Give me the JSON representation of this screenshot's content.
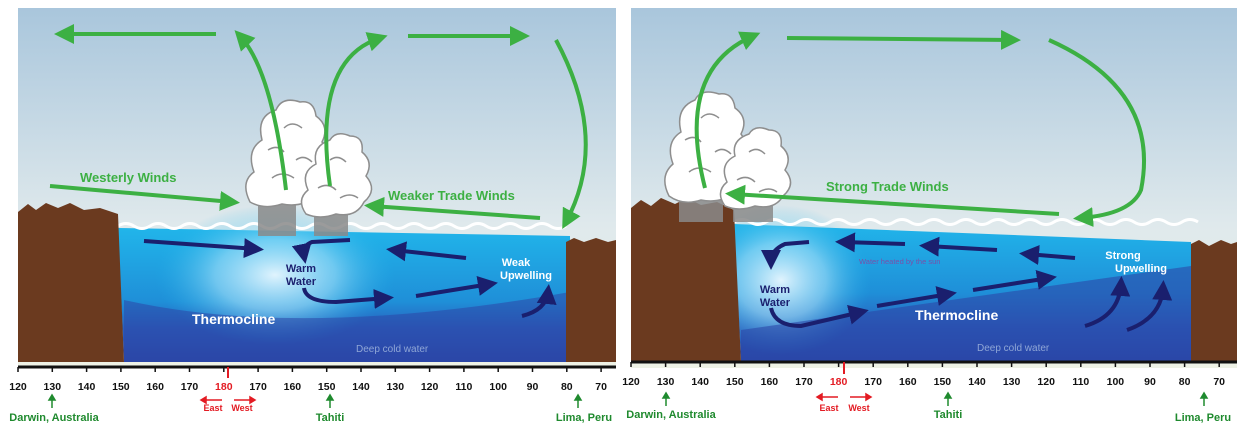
{
  "left_panel": {
    "labels": {
      "westerly": "Westerly Winds",
      "weaker_trade": "Weaker Trade Winds",
      "warm_water_1": "Warm",
      "warm_water_2": "Water",
      "weak_upwelling_1": "Weak",
      "weak_upwelling_2": "Upwelling",
      "thermocline": "Thermocline",
      "deep_cold": "Deep cold water"
    },
    "axis": {
      "ticks": [
        "120",
        "130",
        "140",
        "150",
        "160",
        "170",
        "180",
        "170",
        "160",
        "150",
        "140",
        "130",
        "120",
        "110",
        "100",
        "90",
        "80",
        "70"
      ],
      "east_label": "East",
      "west_label": "West",
      "darwin": "Darwin, Australia",
      "tahiti": "Tahiti",
      "lima": "Lima, Peru"
    }
  },
  "right_panel": {
    "labels": {
      "strong_trade": "Strong Trade Winds",
      "warm_water_1": "Warm",
      "warm_water_2": "Water",
      "heated": "Water heated by the sun",
      "strong_upwelling_1": "Strong",
      "strong_upwelling_2": "Upwelling",
      "thermocline": "Thermocline",
      "deep_cold": "Deep cold water"
    },
    "axis": {
      "ticks": [
        "120",
        "130",
        "140",
        "150",
        "160",
        "170",
        "180",
        "170",
        "160",
        "150",
        "140",
        "130",
        "120",
        "110",
        "100",
        "90",
        "80",
        "70"
      ],
      "east_label": "East",
      "west_label": "West",
      "darwin": "Darwin, Australia",
      "tahiti": "Tahiti",
      "lima": "Lima, Peru"
    }
  },
  "colors": {
    "wind_green": "#3cb043",
    "current_navy": "#1a1f6e",
    "land_brown": "#6b3a1f",
    "axis_red": "#e31b23",
    "location_green": "#1f8a2e"
  }
}
